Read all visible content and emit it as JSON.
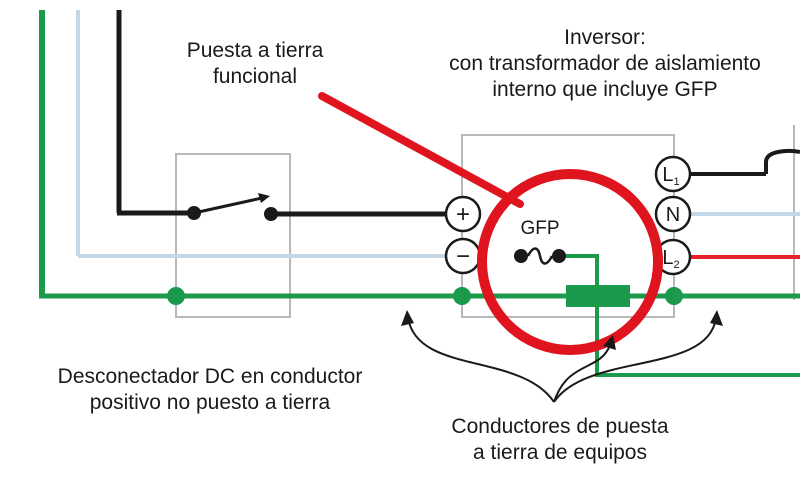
{
  "labels": {
    "funcional": [
      "Puesta a tierra",
      "funcional"
    ],
    "inversor": [
      "Inversor:",
      "con transformador de aislamiento",
      "interno que incluye GFP"
    ],
    "desconectador": [
      "Desconectador DC en conductor",
      "positivo no puesto a tierra"
    ],
    "conductores": [
      "Conductores de puesta",
      "a tierra de equipos"
    ]
  },
  "inverter": {
    "gfp_label": "GFP",
    "dc_terminals": [
      "+",
      "−"
    ],
    "ac_terminals": [
      {
        "letter": "L",
        "sub": "1"
      },
      {
        "letter": "N",
        "sub": ""
      },
      {
        "letter": "L",
        "sub": "2"
      }
    ]
  },
  "colors": {
    "ground_wire": "#1a9a4a",
    "positive_wire": "#1a1a1a",
    "negative_wire": "#c5d8e8",
    "l2_wire": "#e8202a",
    "highlight": "#e0141e",
    "box_border": "#b8b8b8"
  }
}
